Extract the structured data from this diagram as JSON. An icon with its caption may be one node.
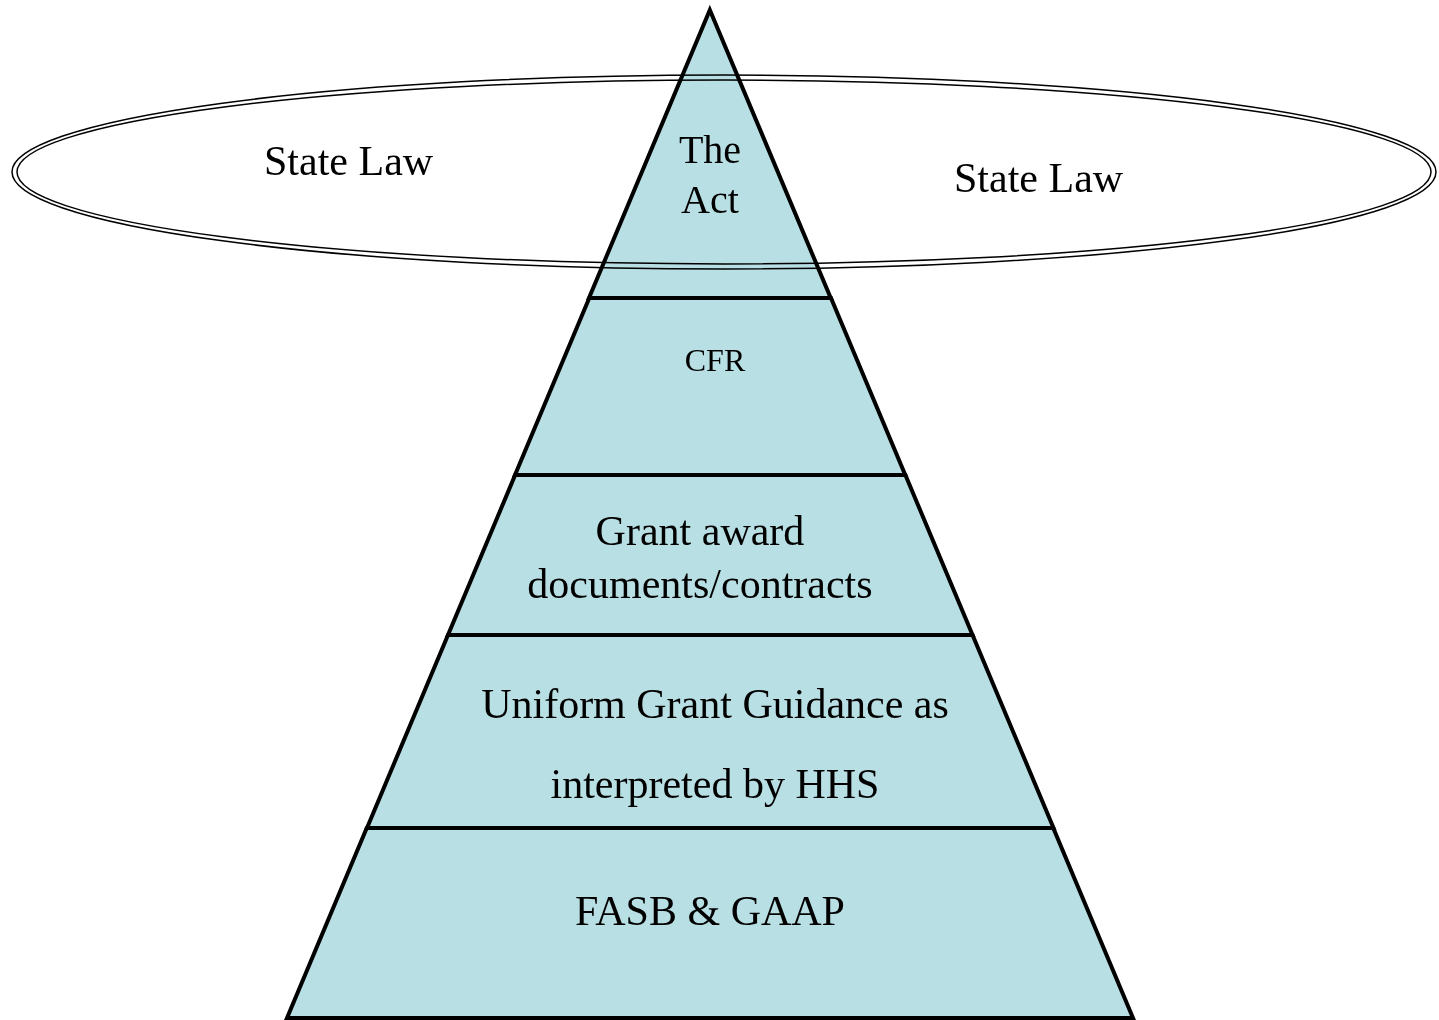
{
  "diagram": {
    "nodes": [
      {
        "text": [
          "State Law",
          "State Law"
        ]
      },
      {
        "text": [
          "The Act"
        ]
      },
      {
        "text": [
          "CFR"
        ]
      },
      {
        "text": [
          "Grant award documents/contracts"
        ]
      },
      {
        "text": [
          "Uniform Grant Guidance as interpreted by HHS"
        ]
      },
      {
        "text": [
          "FASB & GAAP"
        ]
      }
    ]
  }
}
